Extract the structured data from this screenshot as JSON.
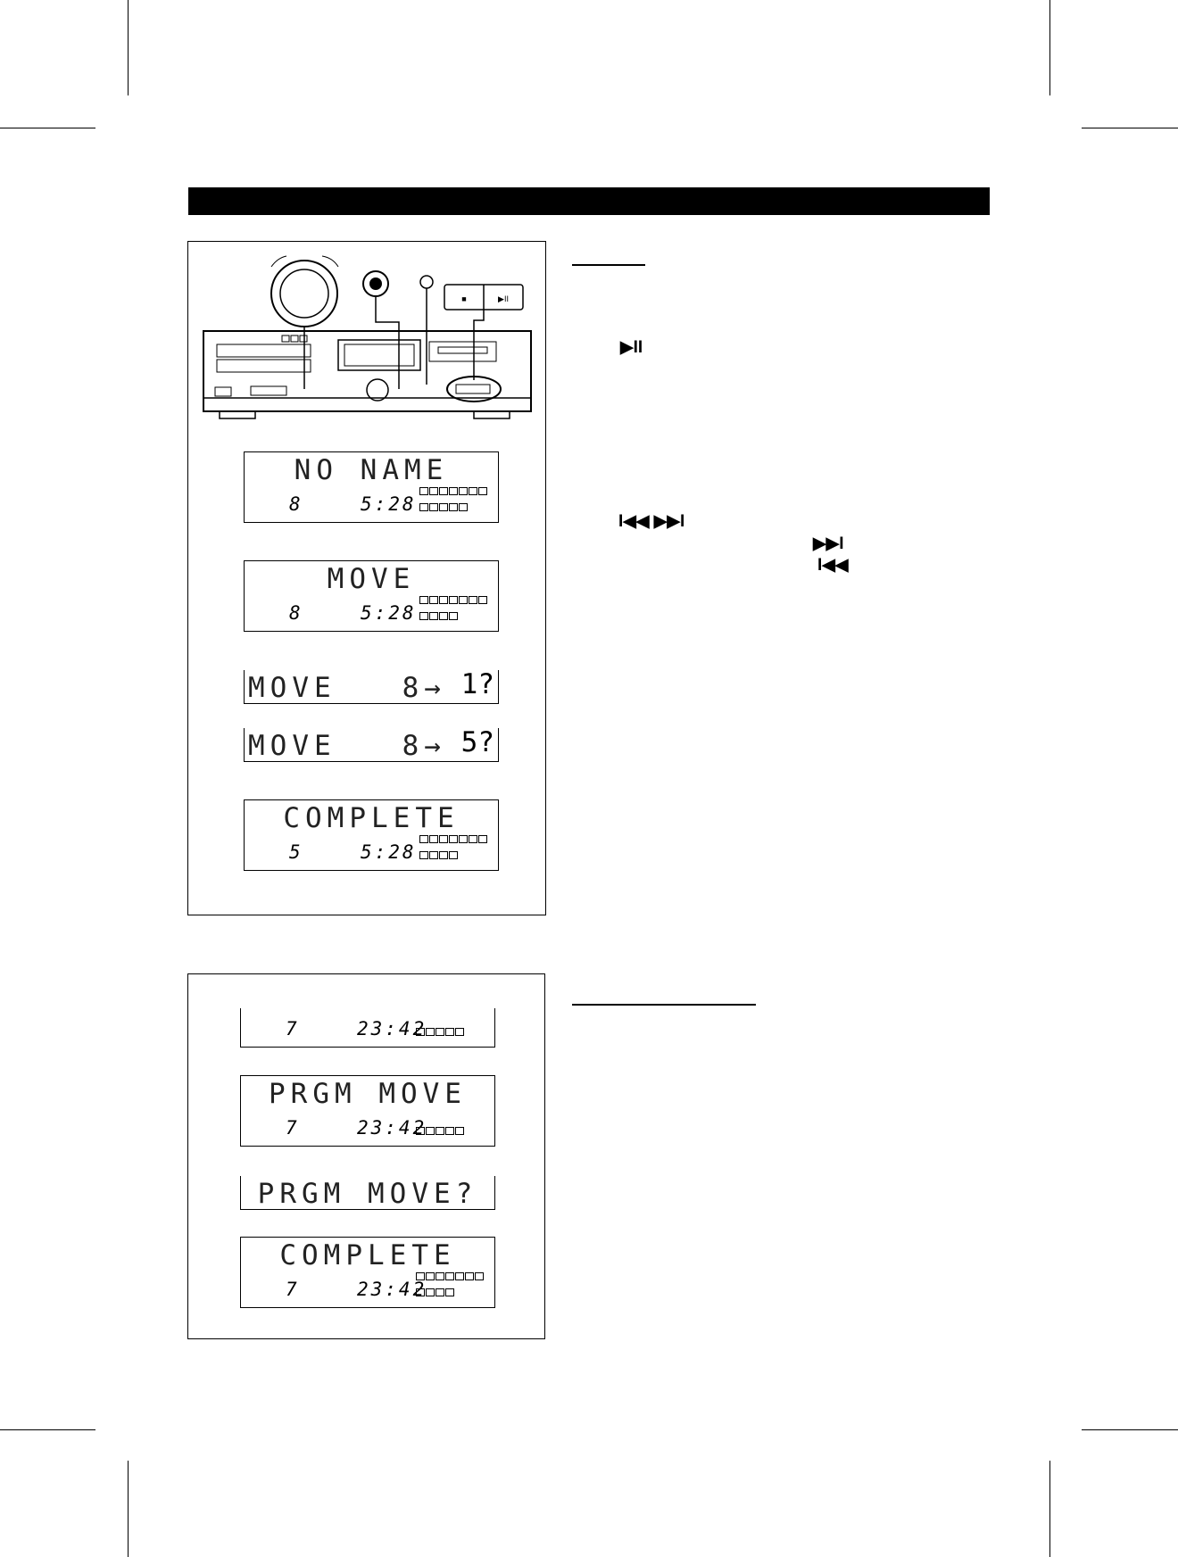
{
  "header_bar": "",
  "symbols": {
    "play_pause": "▶II",
    "skip_both": "I◀◀ ▶▶I",
    "skip_fwd": "▶▶I",
    "skip_back": "I◀◀"
  },
  "top_panel": {
    "device_buttons": {
      "stop": "■",
      "play": "▶II"
    },
    "displays": [
      {
        "line1": "NO NAME",
        "track": "8",
        "time": "5:28"
      },
      {
        "line1": "MOVE",
        "track": "8",
        "time": "5:28"
      },
      {
        "line1": "MOVE   8→ ",
        "blink": "1?"
      },
      {
        "line1": "MOVE   8→ ",
        "blink": "5?"
      },
      {
        "line1": "COMPLETE",
        "track": "5",
        "time": "5:28"
      }
    ]
  },
  "bottom_panel": {
    "displays": [
      {
        "line1": "",
        "track": "7",
        "time": "23:42"
      },
      {
        "line1": "PRGM MOVE",
        "track": "7",
        "time": "23:42"
      },
      {
        "line1": "PRGM MOVE?"
      },
      {
        "line1": "COMPLETE",
        "track": "7",
        "time": "23:42"
      }
    ]
  }
}
